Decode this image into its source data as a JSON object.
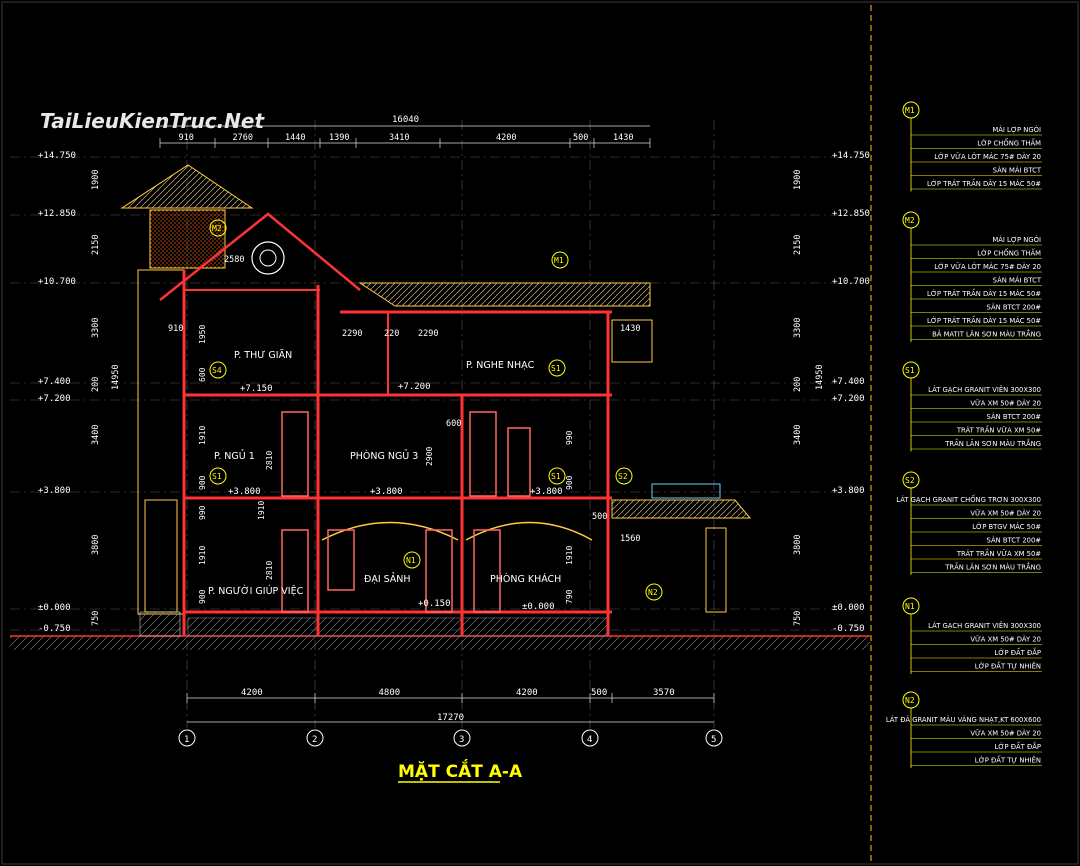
{
  "watermark": "TaiLieuKienTruc.Net",
  "title": "MẶT CẮT A-A",
  "top_dims": {
    "total": "16040",
    "segments": [
      "910",
      "2760",
      "1440",
      "1390",
      "3410",
      "4200",
      "500",
      "1430"
    ]
  },
  "bottom_dims": {
    "total": "17270",
    "segments": [
      "4200",
      "4800",
      "4200",
      "500",
      "3570"
    ]
  },
  "inner_dims": [
    "2580",
    "910",
    "2290",
    "220",
    "2290",
    "1430",
    "600",
    "1560",
    "500",
    "2900",
    "2810",
    "2810"
  ],
  "side_dims": [
    "1900",
    "2150",
    "3300",
    "200",
    "3400",
    "3800",
    "750",
    "14950",
    "750",
    "1950",
    "600",
    "1910",
    "900",
    "990",
    "1910",
    "900",
    "1910",
    "990",
    "900",
    "1910",
    "790"
  ],
  "levels": [
    "+14.750",
    "+12.850",
    "+10.700",
    "+7.400",
    "+7.200",
    "+3.800",
    "±0.000",
    "-0.750"
  ],
  "floor_marks": [
    "+7.150",
    "+7.200",
    "+3.800",
    "+3.800",
    "+3.800",
    "+0.150",
    "±0.000"
  ],
  "grid_axes": [
    "1",
    "2",
    "3",
    "4",
    "5"
  ],
  "rooms": [
    "P. THƯ GIÃN",
    "P. NGHE NHẠC",
    "P. NGỦ 1",
    "PHÒNG NGỦ 3",
    "P. NGƯỜI GIÚP VIỆC",
    "ĐẠI SẢNH",
    "PHÒNG KHÁCH"
  ],
  "section_tags": [
    "M1",
    "M2",
    "S1",
    "S1",
    "S1",
    "S2",
    "S4",
    "N1",
    "N2"
  ],
  "legend": [
    {
      "tag": "M1",
      "lines": [
        "MÁI LỢP NGÓI",
        "LỚP CHỐNG THẤM",
        "LỚP VỮA LÓT MÁC 75# DÀY 20",
        "SÀN MÁI BTCT",
        "LỚP TRÁT TRẦN DÀY 15 MÁC 50#"
      ]
    },
    {
      "tag": "M2",
      "lines": [
        "MÁI LỢP NGÓI",
        "LỚP CHỐNG THẤM",
        "LỚP VỮA LÓT MÁC 75# DÀY 20",
        "SÀN MÁI BTCT",
        "LỚP TRÁT TRẦN DÀY 15 MÁC 50#",
        "SÀN BTCT 200#",
        "LỚP TRÁT TRẦN DÀY 15 MÁC 50#",
        "BẢ MATIT LĂN SƠN MÀU TRẮNG"
      ]
    },
    {
      "tag": "S1",
      "lines": [
        "LÁT GẠCH GRANIT VIÊN 300X300",
        "VỮA XM 50# DÀY 20",
        "SÀN BTCT 200#",
        "TRÁT TRẦN VỮA XM 50#",
        "TRẦN LĂN SƠN MÀU TRẮNG"
      ]
    },
    {
      "tag": "S2",
      "lines": [
        "LÁT GẠCH GRANIT CHỐNG TRƠN 300X300",
        "VỮA XM 50# DÀY 20",
        "LỚP BTGV MÁC 50#",
        "SÀN BTCT 200#",
        "TRÁT TRẦN VỮA XM 50#",
        "TRẦN LĂN SƠN MÀU TRẮNG"
      ]
    },
    {
      "tag": "N1",
      "lines": [
        "LÁT GẠCH GRANIT VIÊN 300X300",
        "VỮA XM 50# DÀY 20",
        "LỚP ĐẤT ĐẮP",
        "LỚP ĐẤT TỰ NHIÊN"
      ]
    },
    {
      "tag": "N2",
      "lines": [
        "LÁT ĐÁ GRANIT MÀU VÀNG NHẠT,KT 600X600",
        "VỮA XM 50# DÀY 20",
        "LỚP ĐẤT ĐẮP",
        "LỚP ĐẤT TỰ NHIÊN"
      ]
    }
  ],
  "colors": {
    "background": "#000000",
    "wall": "#ff2a2a",
    "text": "#ffffff",
    "dim": "#ffffff",
    "grid": "#4a4a4a",
    "tag": "#ffff00",
    "title": "#ffff00"
  }
}
